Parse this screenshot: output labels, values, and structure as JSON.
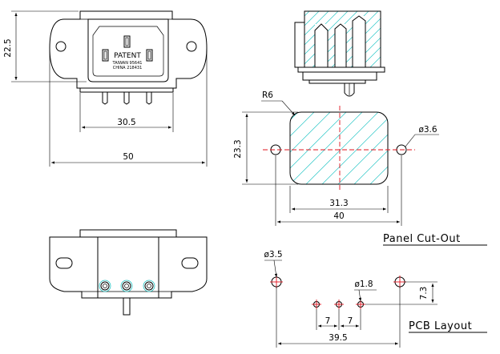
{
  "front_view": {
    "dim_height": "22.5",
    "dim_pin_span": "30.5",
    "dim_width": "50",
    "marking": {
      "patent": "PATENT",
      "line1": "TAIWAN  95641",
      "line2": "CHINA  218431"
    }
  },
  "panel_cutout": {
    "label": "Panel  Cut-Out",
    "radius": "R6",
    "height": "23.3",
    "hole_dia": "ø3.6",
    "width": "31.3",
    "hole_span": "40"
  },
  "pcb_layout": {
    "label": "PCB  Layout",
    "large_hole_dia": "ø3.5",
    "small_hole_dia": "ø1.8",
    "offset": "7.3",
    "pitch_a": "7",
    "pitch_b": "7",
    "span": "39.5"
  },
  "colors": {
    "line": "#000000",
    "center": "#e0141e",
    "hatch": "#26c6c6"
  }
}
